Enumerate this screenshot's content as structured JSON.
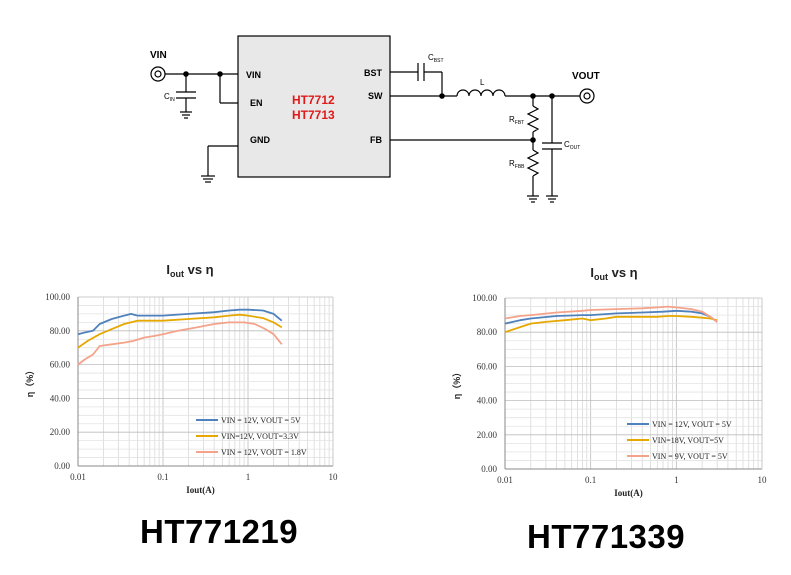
{
  "schematic": {
    "labels": {
      "vin": "VIN",
      "vout": "VOUT",
      "cin": "C",
      "cin_sub": "IN",
      "cbst": "C",
      "cbst_sub": "BST",
      "inductor": "L",
      "rfbt": "R",
      "rfbt_sub": "FBT",
      "rfbb": "R",
      "rfbb_sub": "FBB",
      "cout": "C",
      "cout_sub": "OUT"
    },
    "pins": {
      "vin": "VIN",
      "en": "EN",
      "gnd": "GND",
      "bst": "BST",
      "sw": "SW",
      "fb": "FB"
    },
    "part_names": [
      "HT7712",
      "HT7713"
    ],
    "colors": {
      "part_name": "#e11919",
      "wire": "#000000",
      "chip_fill": "#e8e8e8"
    }
  },
  "chart_data": [
    {
      "type": "line",
      "title": "I",
      "title_sub": "out",
      "title_suffix": " vs η",
      "xlabel": "Iout(A)",
      "ylabel": "η（%）",
      "xscale": "log",
      "xlim": [
        0.01,
        10
      ],
      "ylim": [
        0,
        100
      ],
      "x_ticks": [
        "0.01",
        "0.1",
        "1",
        "10"
      ],
      "y_ticks": [
        "0.00",
        "20.00",
        "40.00",
        "60.00",
        "80.00",
        "100.00"
      ],
      "legend_position": "lower-center",
      "grid": true,
      "series": [
        {
          "name": "VIN = 12V, VOUT = 5V",
          "color": "#4f81bd",
          "points": [
            [
              0.01,
              78
            ],
            [
              0.012,
              79
            ],
            [
              0.015,
              80
            ],
            [
              0.018,
              84
            ],
            [
              0.025,
              87
            ],
            [
              0.035,
              89
            ],
            [
              0.042,
              90
            ],
            [
              0.05,
              89
            ],
            [
              0.07,
              89
            ],
            [
              0.1,
              89
            ],
            [
              0.2,
              90
            ],
            [
              0.4,
              91
            ],
            [
              0.6,
              92
            ],
            [
              0.8,
              92.5
            ],
            [
              1.0,
              92.5
            ],
            [
              1.5,
              92
            ],
            [
              2.0,
              90
            ],
            [
              2.5,
              86
            ]
          ]
        },
        {
          "name": "VIN=12V, VOUT=3.3V",
          "color": "#e6a800",
          "points": [
            [
              0.01,
              70
            ],
            [
              0.013,
              74
            ],
            [
              0.018,
              78
            ],
            [
              0.025,
              81
            ],
            [
              0.035,
              84
            ],
            [
              0.05,
              86
            ],
            [
              0.07,
              86
            ],
            [
              0.1,
              86
            ],
            [
              0.2,
              87
            ],
            [
              0.4,
              88
            ],
            [
              0.6,
              89
            ],
            [
              0.8,
              89.5
            ],
            [
              1.0,
              89
            ],
            [
              1.5,
              87.5
            ],
            [
              2.0,
              85
            ],
            [
              2.5,
              82
            ]
          ]
        },
        {
          "name": "VIN = 12V, VOUT = 1.8V",
          "color": "#f4a38a",
          "points": [
            [
              0.01,
              60
            ],
            [
              0.012,
              63
            ],
            [
              0.015,
              66
            ],
            [
              0.018,
              71
            ],
            [
              0.025,
              72
            ],
            [
              0.035,
              73
            ],
            [
              0.045,
              74
            ],
            [
              0.06,
              76
            ],
            [
              0.08,
              77
            ],
            [
              0.1,
              78
            ],
            [
              0.15,
              80
            ],
            [
              0.25,
              82
            ],
            [
              0.4,
              84
            ],
            [
              0.6,
              85
            ],
            [
              0.9,
              85
            ],
            [
              1.2,
              84
            ],
            [
              1.6,
              81
            ],
            [
              2.0,
              78
            ],
            [
              2.5,
              72
            ]
          ]
        }
      ]
    },
    {
      "type": "line",
      "title": "I",
      "title_sub": "out",
      "title_suffix": " vs η",
      "xlabel": "Iout(A)",
      "ylabel": "η（%）",
      "xscale": "log",
      "xlim": [
        0.01,
        10
      ],
      "ylim": [
        0,
        100
      ],
      "x_ticks": [
        "0.01",
        "0.1",
        "1",
        "10"
      ],
      "y_ticks": [
        "0.00",
        "20.00",
        "40.00",
        "60.00",
        "80.00",
        "100.00"
      ],
      "legend_position": "lower-center",
      "grid": true,
      "series": [
        {
          "name": "VIN = 12V, VOUT = 5V",
          "color": "#4f81bd",
          "points": [
            [
              0.01,
              85
            ],
            [
              0.015,
              87
            ],
            [
              0.02,
              88
            ],
            [
              0.04,
              89.5
            ],
            [
              0.08,
              90
            ],
            [
              0.1,
              90
            ],
            [
              0.2,
              91
            ],
            [
              0.4,
              91.5
            ],
            [
              0.7,
              92
            ],
            [
              1.0,
              92.5
            ],
            [
              1.5,
              92
            ],
            [
              2.0,
              91
            ],
            [
              2.5,
              89
            ],
            [
              3.0,
              86
            ]
          ]
        },
        {
          "name": "VIN=18V, VOUT=5V",
          "color": "#e6a800",
          "points": [
            [
              0.01,
              80
            ],
            [
              0.015,
              83
            ],
            [
              0.02,
              85
            ],
            [
              0.03,
              86
            ],
            [
              0.05,
              87
            ],
            [
              0.08,
              88
            ],
            [
              0.1,
              87
            ],
            [
              0.15,
              88
            ],
            [
              0.2,
              89
            ],
            [
              0.4,
              89
            ],
            [
              0.6,
              89
            ],
            [
              0.8,
              89.5
            ],
            [
              1.0,
              89.5
            ],
            [
              1.5,
              89
            ],
            [
              2.0,
              88.5
            ],
            [
              2.5,
              88
            ],
            [
              3.0,
              87
            ]
          ]
        },
        {
          "name": "VIN = 9V, VOUT = 5V",
          "color": "#f4a38a",
          "points": [
            [
              0.01,
              88
            ],
            [
              0.015,
              89.5
            ],
            [
              0.02,
              90
            ],
            [
              0.04,
              91.5
            ],
            [
              0.08,
              92.5
            ],
            [
              0.1,
              93
            ],
            [
              0.2,
              93.5
            ],
            [
              0.4,
              94
            ],
            [
              0.6,
              94.5
            ],
            [
              0.8,
              95
            ],
            [
              1.0,
              94.5
            ],
            [
              1.5,
              93.5
            ],
            [
              2.0,
              92
            ],
            [
              2.5,
              89
            ],
            [
              3.0,
              86
            ]
          ]
        }
      ]
    }
  ],
  "bottom_labels": {
    "left": "HT771219",
    "right": "HT771339"
  }
}
